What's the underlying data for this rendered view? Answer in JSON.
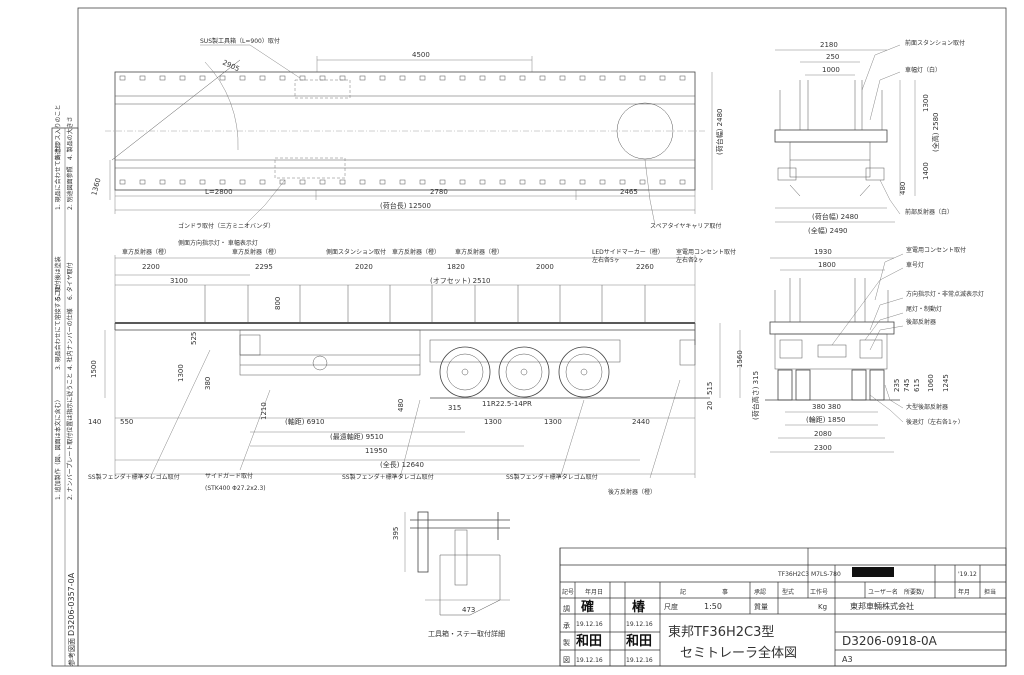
{
  "plan_view": {
    "labels": {
      "sus_box": "SUS製工具箱（L=900）取付",
      "gondola": "ゴンドラ取付（三方ミニオバンダ）",
      "spare_tire": "スペアタイヤキャリア取付"
    },
    "dims": {
      "d4500": "4500",
      "d2905": "2905",
      "d1360": "1360",
      "d2800": "L=2800",
      "d2780": "2780",
      "d2465": "2465",
      "d12500": "(荷台長) 12500",
      "d2480": "(荷台幅) 2480"
    }
  },
  "side_view": {
    "labels": {
      "l1": "車方反射器（橙）",
      "l2": "側面方向指示灯・\n車幅表示灯",
      "l3": "車方反射器（橙）",
      "l4": "側面スタンション取付",
      "l5": "車方反射器（橙）",
      "l6": "車方反射器（橙）",
      "l7": "LEDサイドマーカー（橙）",
      "l8": "室電用コンセント取付",
      "l9": "左右各5ヶ",
      "l10": "左右各2ヶ",
      "ss_left": "SS製フェンダ＋標準タレゴム取付",
      "side_guard": "サイドガード取付",
      "stk": "(STK400 Φ27.2x2.3)",
      "ss_mid": "SS製フェンダ＋標準タレゴム取付",
      "ss_right": "SS製フェンダ＋標準タレゴム取付",
      "rear_ref": "後方反射器（橙）",
      "tire": "11R22.5-14PR"
    },
    "dims": {
      "d2200": "2200",
      "d3100": "3100",
      "d2295": "2295",
      "d2020": "2020",
      "d1820": "1820",
      "d2000": "2000",
      "d2260": "2260",
      "d2510": "(オフセット) 2510",
      "d800": "800",
      "d525": "525",
      "d1500": "1500",
      "d1300": "1300",
      "d380": "380",
      "d480": "480",
      "d1210": "1210",
      "d140": "140",
      "d550": "550",
      "d6910": "(軸距) 6910",
      "d9510": "(最遠軸距) 9510",
      "d11950": "11950",
      "d12640": "(全長) 12640",
      "d315": "315",
      "d1300a": "1300",
      "d1300b": "1300",
      "d2440": "2440",
      "d1560": "1560",
      "d515": "515",
      "d20": "20",
      "d315b": "(荷台高さ) 315"
    }
  },
  "top_right_view": {
    "labels": {
      "t1": "前面スタンション取付",
      "t2": "車幅灯（白）",
      "t3": "前部反射器（白）"
    },
    "dims": {
      "d2180": "2180",
      "d250": "250",
      "d1000": "1000",
      "d1300": "1300",
      "d2580": "(全高) 2580",
      "d1400": "1400",
      "d480": "480",
      "d2490": "(全幅) 2490",
      "d2480": "(荷台幅) 2480"
    }
  },
  "rear_view": {
    "labels": {
      "r1": "室電用コンセント取付",
      "r2": "車号灯",
      "r3": "方向指示灯・非常点滅表示灯",
      "r4": "尾灯・制動灯",
      "r5": "後部反射器",
      "r6": "大型後部反射器",
      "r7": "後退灯（左右各1ヶ）"
    },
    "dims": {
      "d1930": "1930",
      "d1800": "1800",
      "d380": "380 380",
      "d1850": "(輪距) 1850",
      "d2080": "2080",
      "d2300": "2300",
      "d235": "235",
      "d745": "745",
      "d615": "615",
      "d1060": "1060",
      "d1245": "1245"
    }
  },
  "detail": {
    "d395": "395",
    "d473": "473",
    "caption": "工具箱・ステー取付詳細"
  },
  "left_strip": {
    "notes": [
      "1. 追加製作（図、図面は本文に含む）",
      "2. ナンバープレート取付位置は指示に従うこと",
      "3. 現品合わせにて溶接すること",
      "4. 社内ナンバーの仕様",
      "5. 取付後は塗装",
      "6. タイヤ取付"
    ],
    "right_notes": [
      "1. 現品に合わせて鋳造品",
      "2. 別途図面参照",
      "3. ガラス入りのこと",
      "4. 製品の大きさ"
    ],
    "doc_code": "D3206-0357-0A",
    "ref_label": "参考図面"
  },
  "title_block": {
    "model_code": "TF36H2C3 M7LS-780",
    "date_top": "'19.12",
    "headers": {
      "mark": "記号",
      "date": "年月日",
      "record": "記",
      "matter": "事",
      "approve": "承認",
      "model": "型式",
      "work_no": "工作号",
      "user_name": "ユーザー名",
      "changes": "所要数/",
      "year": "年月",
      "person": "担当"
    },
    "roles": {
      "check": "調",
      "approve": "承",
      "design": "製",
      "drafter": "図"
    },
    "signatures": {
      "s1": "確",
      "s2": "椿",
      "s3": "和田",
      "s4": "和田",
      "d1": "19.12.16",
      "d2": "19.12.16",
      "d3": "19.12.16",
      "d4": "19.12.16"
    },
    "scale_label": "尺度",
    "scale": "1:50",
    "weight_label": "質量",
    "weight": "Kg",
    "company": "東邦車輛株式会社",
    "title_line1": "東邦TF36H2C3型",
    "title_line2": "セミトレーラ全体図",
    "drawing_no": "D3206-0918-0A",
    "paper": "A3"
  }
}
